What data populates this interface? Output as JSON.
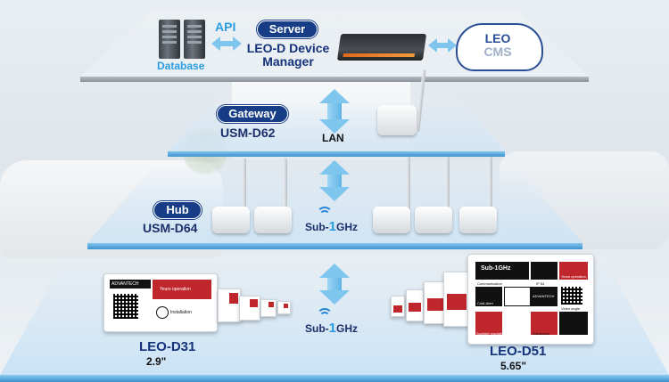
{
  "server_tier": {
    "database_label": "Database",
    "api_label": "API",
    "server_badge": "Server",
    "server_name_line1": "LEO-D Device",
    "server_name_line2": "Manager",
    "cloud_line1": "LEO",
    "cloud_line2": "CMS"
  },
  "gateway_tier": {
    "badge": "Gateway",
    "model": "USM-D62",
    "link_label": "LAN"
  },
  "hub_tier": {
    "badge": "Hub",
    "model": "USM-D64",
    "radio_prefix": "Sub-",
    "radio_digit": "1",
    "radio_suffix": "GHz"
  },
  "device_tier": {
    "radio_prefix": "Sub-",
    "radio_digit": "1",
    "radio_suffix": "GHz",
    "left_model": "LEO-D31",
    "left_size": "2.9\"",
    "right_model": "LEO-D51",
    "right_size": "5.65\"",
    "small_tag": {
      "brand": "ADVANTECH",
      "line1": "Years operation",
      "line2": "Installation"
    },
    "large_tag": {
      "header": "Sub-1GHz",
      "cells": [
        "Communication",
        "IP 54",
        "Years operation",
        "Cold-Alert",
        "ADVANTECH",
        "Video angle",
        "Sunlight readable",
        "Installation"
      ]
    }
  },
  "colors": {
    "navy": "#163d86",
    "accent_blue": "#2a9de0",
    "label_red": "#c0272d",
    "platform_edge": "#3d95cf"
  }
}
